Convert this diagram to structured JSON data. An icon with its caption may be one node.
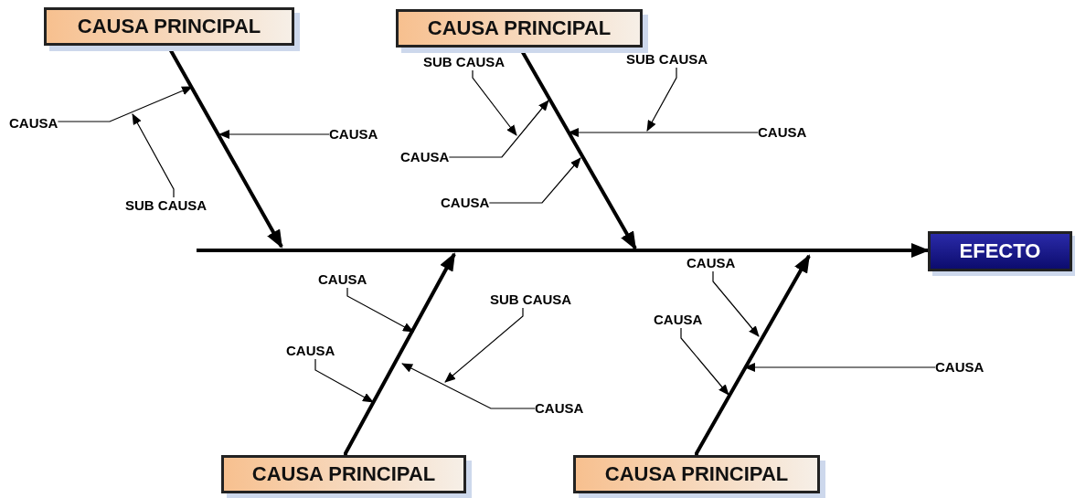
{
  "diagram": {
    "nodes": [
      {
        "text": [
          "CAUSA PRINCIPAL"
        ]
      },
      {
        "text": [
          "CAUSA PRINCIPAL"
        ]
      },
      {
        "text": [
          "SUB CAUSA"
        ]
      },
      {
        "text": [
          "SUB CAUSA"
        ]
      },
      {
        "text": [
          "CAUSA"
        ]
      },
      {
        "text": [
          "CAUSA"
        ]
      },
      {
        "text": [
          "CAUSA"
        ]
      },
      {
        "text": [
          "CAUSA"
        ]
      },
      {
        "text": [
          "CAUSA"
        ]
      },
      {
        "text": [
          "SUB CAUSA"
        ]
      },
      {
        "text": [
          "EFECTO"
        ]
      },
      {
        "text": [
          "CAUSA"
        ]
      },
      {
        "text": [
          "CAUSA"
        ]
      },
      {
        "text": [
          "SUB CAUSA"
        ]
      },
      {
        "text": [
          "CAUSA"
        ]
      },
      {
        "text": [
          "CAUSA"
        ]
      },
      {
        "text": [
          "CAUSA"
        ]
      },
      {
        "text": [
          "CAUSA"
        ]
      },
      {
        "text": [
          "CAUSA PRINCIPAL"
        ]
      },
      {
        "text": [
          "CAUSA PRINCIPAL"
        ]
      }
    ],
    "edges": [
      {
        "from": 0,
        "to": null,
        "arrow": "to",
        "style": "thick"
      },
      {
        "from": 1,
        "to": null,
        "arrow": "to",
        "style": "thick"
      },
      {
        "from": 18,
        "to": null,
        "arrow": "to",
        "style": "thick"
      },
      {
        "from": 19,
        "to": null,
        "arrow": "to",
        "style": "thick"
      },
      {
        "from": null,
        "to": 10,
        "arrow": "to",
        "style": "thick"
      },
      {
        "from": 4,
        "to": null,
        "arrow": "to"
      },
      {
        "from": 5,
        "to": null,
        "arrow": "to"
      },
      {
        "from": 9,
        "to": null,
        "arrow": "to"
      },
      {
        "from": 7,
        "to": null,
        "arrow": "to"
      },
      {
        "from": 2,
        "to": null,
        "arrow": "to"
      },
      {
        "from": 8,
        "to": null,
        "arrow": "to"
      },
      {
        "from": 6,
        "to": null,
        "arrow": "to"
      },
      {
        "from": 3,
        "to": null,
        "arrow": "to"
      },
      {
        "from": 12,
        "to": null,
        "arrow": "to"
      },
      {
        "from": 15,
        "to": null,
        "arrow": "to"
      },
      {
        "from": 13,
        "to": null,
        "arrow": "to"
      },
      {
        "from": 17,
        "to": null,
        "arrow": "to"
      },
      {
        "from": 11,
        "to": null,
        "arrow": "to"
      },
      {
        "from": 14,
        "to": null,
        "arrow": "to"
      },
      {
        "from": 16,
        "to": null,
        "arrow": "to"
      }
    ]
  }
}
